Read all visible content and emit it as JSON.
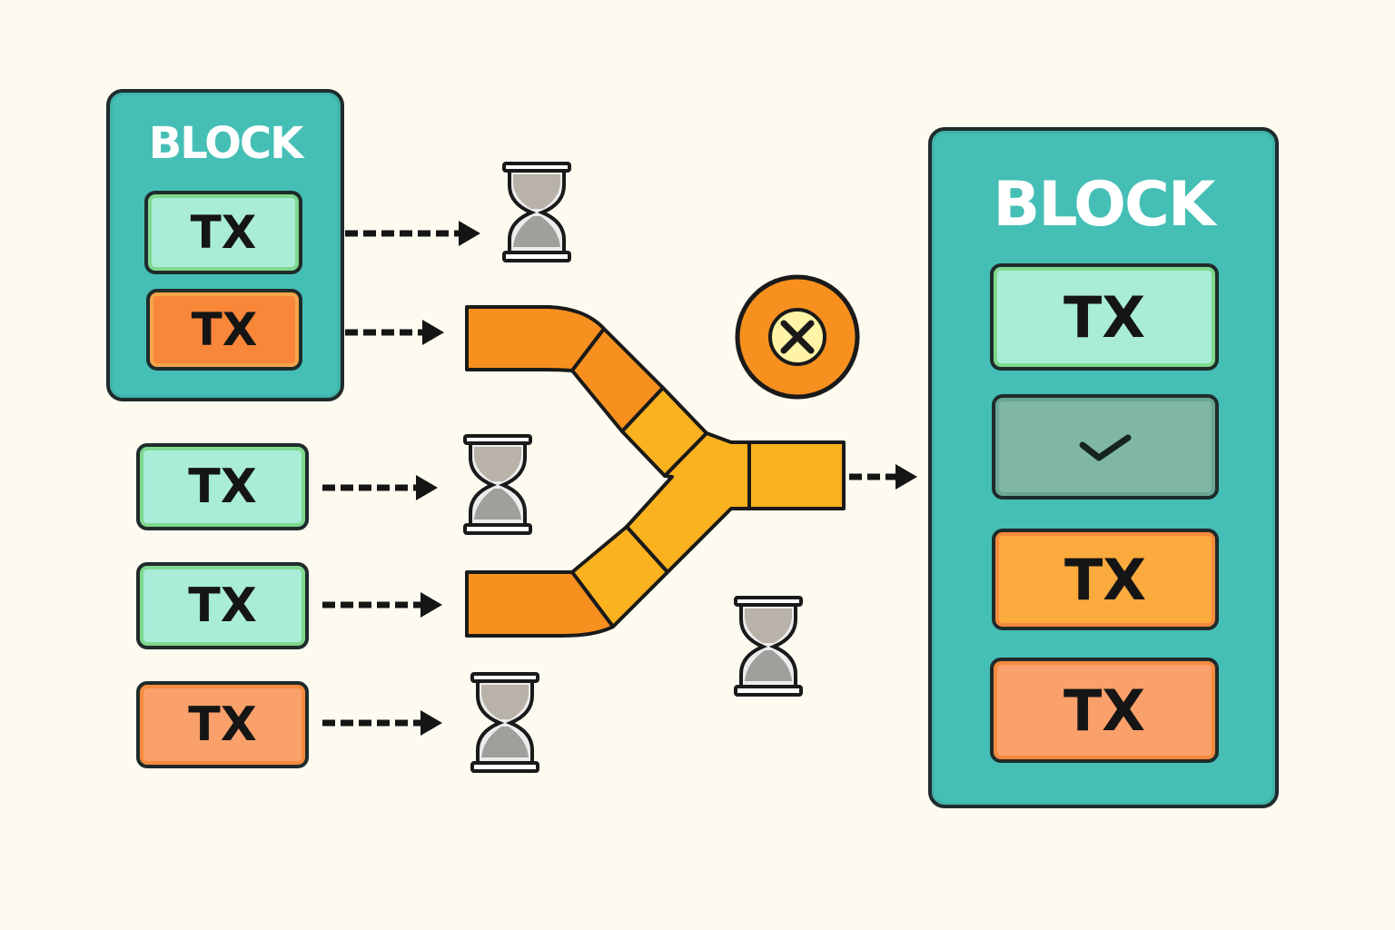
{
  "blocks": {
    "left": {
      "title": "BLOCK",
      "tx": [
        "TX",
        "TX"
      ]
    },
    "right": {
      "title": "BLOCK",
      "tx_top": "TX",
      "tx_lower1": "TX",
      "tx_lower2": "TX"
    }
  },
  "pending_tx": [
    "TX",
    "TX",
    "TX"
  ],
  "icons": {
    "hourglass": "hourglass-icon",
    "reject": "x-circle-icon",
    "check": "checkmark-icon",
    "arrow": "dashed-arrow"
  },
  "colors": {
    "background": "#fdfbf0",
    "block": "#45bfb5",
    "tx_green": "#a9ecd8",
    "tx_orange": "#f9873a",
    "pipe_orange": "#f7901e",
    "pipe_amber": "#fbb21f",
    "reject": "#f7901e"
  }
}
